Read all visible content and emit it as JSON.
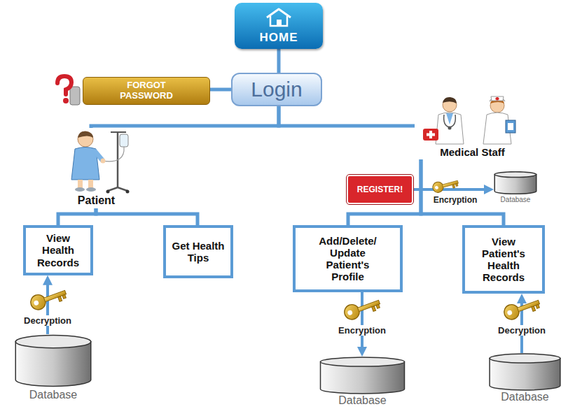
{
  "diagram": {
    "nodes": [
      {
        "text": [
          "HOME"
        ]
      },
      {
        "text": [
          "FORGOT PASSWORD"
        ]
      },
      {
        "text": [
          "Login"
        ]
      },
      {
        "text": [
          "Patient"
        ]
      },
      {
        "text": [
          "Medical Staff"
        ]
      },
      {
        "text": [
          "View Health Records"
        ]
      },
      {
        "text": [
          "Get Health Tips"
        ]
      },
      {
        "text": [
          "Add/Delete/ Update Patient's Profile"
        ]
      },
      {
        "text": [
          "View Patient's Health Records"
        ]
      },
      {
        "text": [
          "Database"
        ]
      },
      {
        "text": [
          "Database"
        ]
      },
      {
        "text": [
          "Database"
        ]
      },
      {
        "text": [
          "REGISTER!"
        ]
      },
      {
        "text": [
          "Database"
        ]
      }
    ],
    "edges": [
      {
        "from": 0,
        "to": 2,
        "arrow": "none"
      },
      {
        "from": 2,
        "to": 1,
        "arrow": "none"
      },
      {
        "from": 2,
        "to": 3,
        "arrow": "none"
      },
      {
        "from": 2,
        "to": 4,
        "arrow": "none"
      },
      {
        "from": 3,
        "to": 5,
        "arrow": "none"
      },
      {
        "from": 3,
        "to": 6,
        "arrow": "none"
      },
      {
        "from": 4,
        "to": 7,
        "arrow": "none"
      },
      {
        "from": 4,
        "to": 8,
        "arrow": "none"
      },
      {
        "from": 9,
        "to": 5,
        "arrow": "to",
        "label": "Decryption"
      },
      {
        "from": 7,
        "to": 10,
        "arrow": "to",
        "label": "Encryption"
      },
      {
        "from": 11,
        "to": 8,
        "arrow": "to",
        "label": "Decryption"
      },
      {
        "from": 12,
        "to": 13,
        "arrow": "to",
        "label": "Encryption"
      }
    ]
  }
}
